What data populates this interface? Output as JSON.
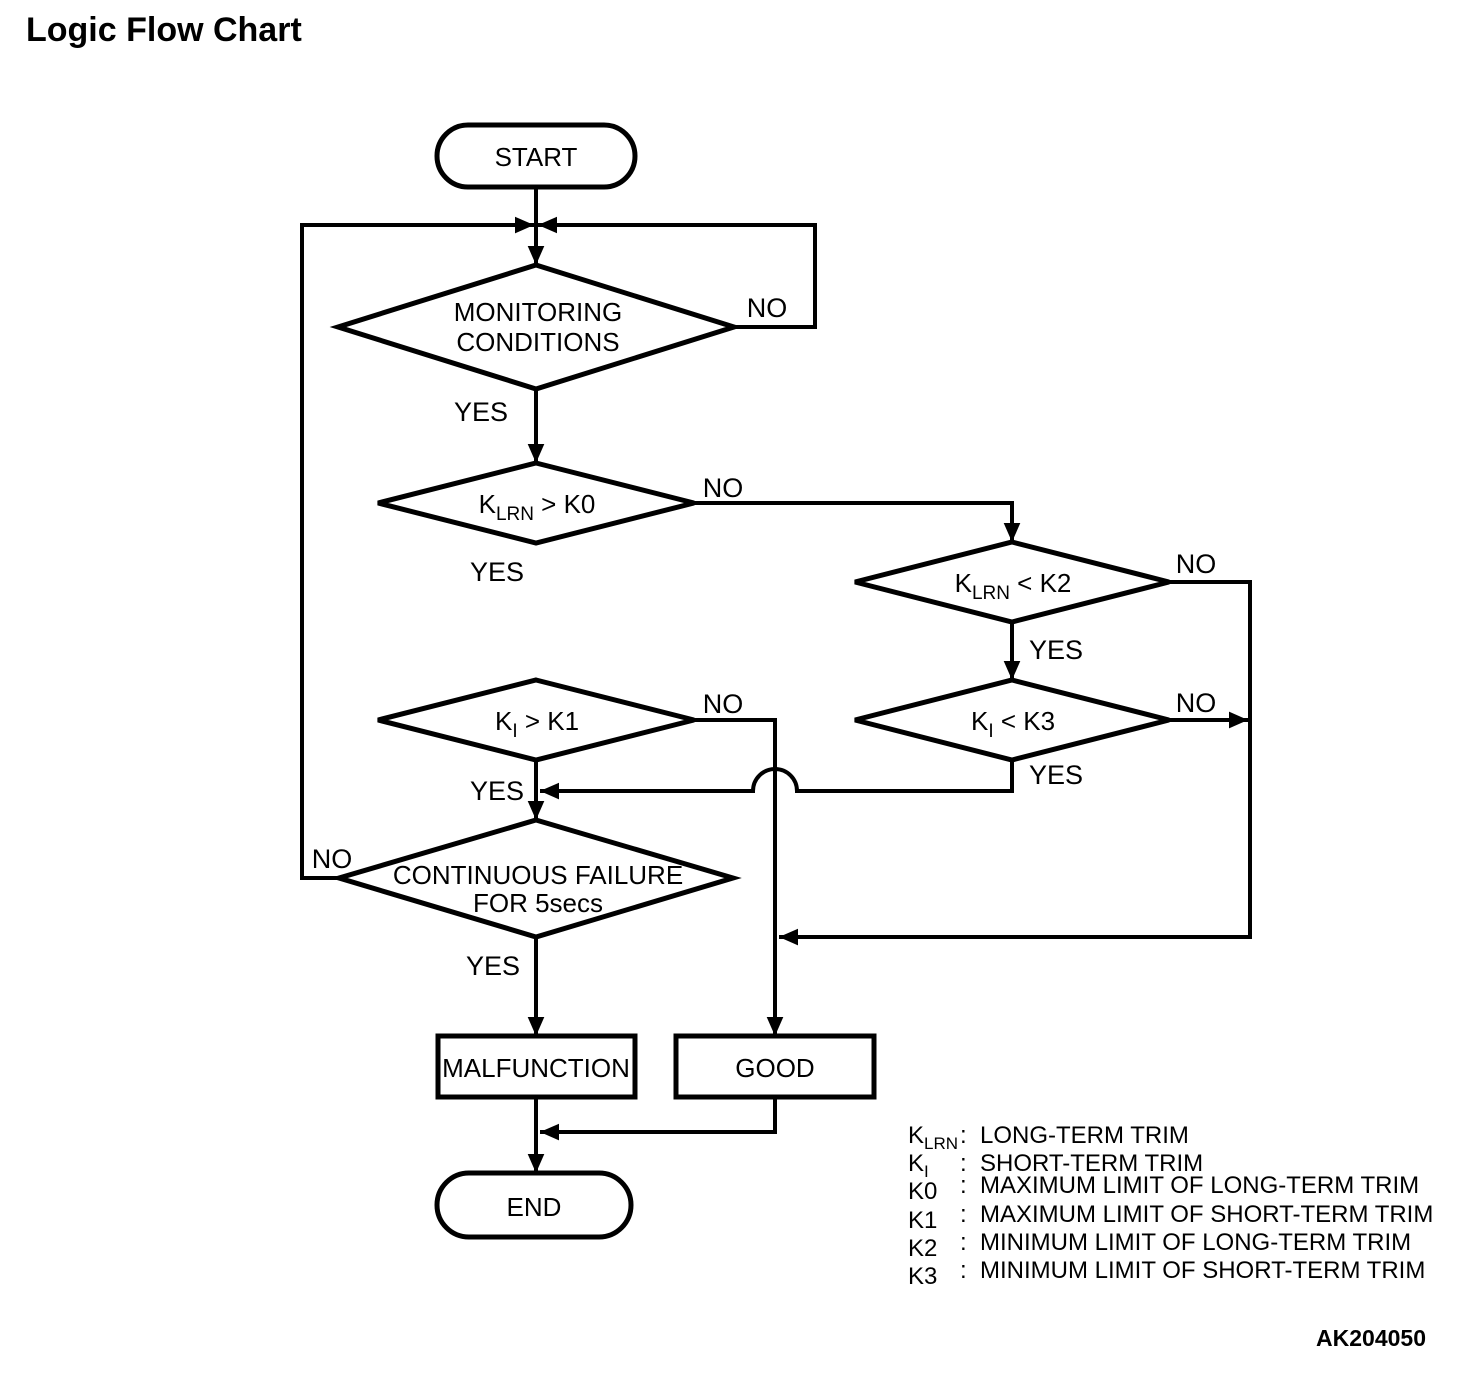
{
  "page": {
    "title": "Logic Flow Chart",
    "figure_code": "AK204050"
  },
  "colors": {
    "ink": "#000000",
    "background": "#ffffff"
  },
  "branch_labels": {
    "yes": "YES",
    "no": "NO"
  },
  "nodes": {
    "start": {
      "label": "START"
    },
    "monitoring": {
      "line1": "MONITORING",
      "line2": "CONDITIONS"
    },
    "klrn_gt_k0": {
      "base": "K",
      "sub": "LRN",
      "rest": " > K0"
    },
    "klrn_lt_k2": {
      "base": "K",
      "sub": "LRN",
      "rest": " < K2"
    },
    "ki_lt_k3": {
      "base": "K",
      "sub": "I",
      "rest": " < K3"
    },
    "ki_gt_k1": {
      "base": "K",
      "sub": "I",
      "rest": " > K1"
    },
    "continuous_failure": {
      "line1": "CONTINUOUS FAILURE",
      "line2": "FOR 5secs"
    },
    "malfunction": {
      "label": "MALFUNCTION"
    },
    "good": {
      "label": "GOOD"
    },
    "end": {
      "label": "END"
    }
  },
  "legend": {
    "rows": [
      {
        "base": "K",
        "sub": "LRN",
        "sep": ":",
        "desc": "LONG-TERM TRIM"
      },
      {
        "base": "K",
        "sub": "I",
        "sep": ":",
        "desc": "SHORT-TERM TRIM"
      },
      {
        "base": "K0",
        "sub": "",
        "sep": ":",
        "desc": "MAXIMUM LIMIT OF LONG-TERM TRIM"
      },
      {
        "base": "K1",
        "sub": "",
        "sep": ":",
        "desc": "MAXIMUM LIMIT OF SHORT-TERM TRIM"
      },
      {
        "base": "K2",
        "sub": "",
        "sep": ":",
        "desc": "MINIMUM LIMIT OF LONG-TERM TRIM"
      },
      {
        "base": "K3",
        "sub": "",
        "sep": ":",
        "desc": "MINIMUM LIMIT OF SHORT-TERM TRIM"
      }
    ]
  }
}
